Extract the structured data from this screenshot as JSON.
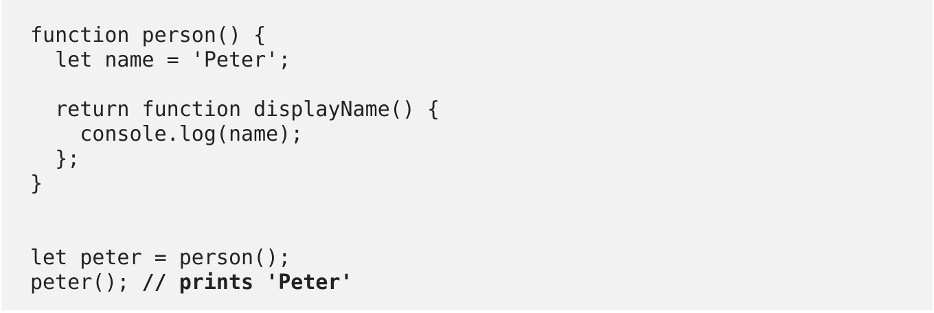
{
  "code": {
    "lines": [
      "function person() {",
      "  let name = 'Peter';",
      "",
      "  return function displayName() {",
      "    console.log(name);",
      "  };",
      "}",
      "",
      "",
      "let peter = person();"
    ],
    "last_line_code": "peter(); ",
    "last_line_comment": "// prints 'Peter'"
  }
}
